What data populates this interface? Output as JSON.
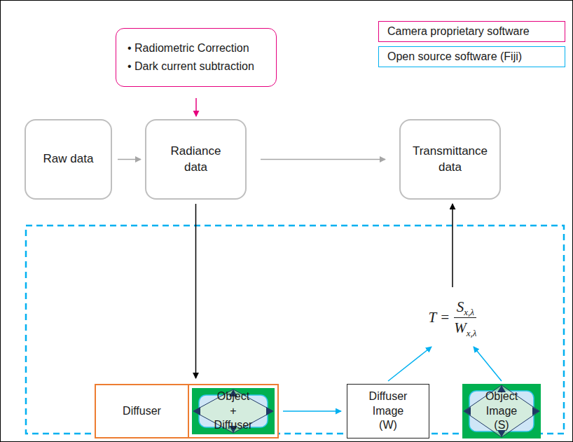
{
  "diagram": {
    "nodes": [
      {
        "text": [
          "• Radiometric Correction",
          "• Dark current subtraction"
        ]
      },
      {
        "text": [
          "Raw data"
        ]
      },
      {
        "text": [
          "Radiance data"
        ]
      },
      {
        "text": [
          "Transmittance data"
        ]
      },
      {
        "text": [
          "T =",
          "S",
          "x,λ",
          "W",
          "x,λ"
        ]
      },
      {
        "text": [
          "Diffuser"
        ]
      },
      {
        "text": [
          "Object + Diffuser"
        ]
      },
      {
        "text": [
          "Diffuser Image (W)"
        ]
      },
      {
        "text": [
          "Object Image (S)"
        ]
      }
    ],
    "edges": [
      {
        "from": 1,
        "to": 2,
        "arrow": "to"
      },
      {
        "from": 0,
        "to": 2,
        "arrow": "to"
      },
      {
        "from": 2,
        "to": 3,
        "arrow": "to"
      },
      {
        "from": 2,
        "to": 6,
        "arrow": "to"
      },
      {
        "from": 6,
        "to": 7,
        "arrow": "to"
      },
      {
        "from": 7,
        "to": 4,
        "arrow": "to"
      },
      {
        "from": 8,
        "to": 4,
        "arrow": "to"
      },
      {
        "from": 4,
        "to": 3,
        "arrow": "to"
      }
    ],
    "legend": [
      {
        "text": "Camera proprietary software",
        "color": "#e6007e"
      },
      {
        "text": "Open source software (Fiji)",
        "color": "#00b0f0"
      }
    ]
  }
}
